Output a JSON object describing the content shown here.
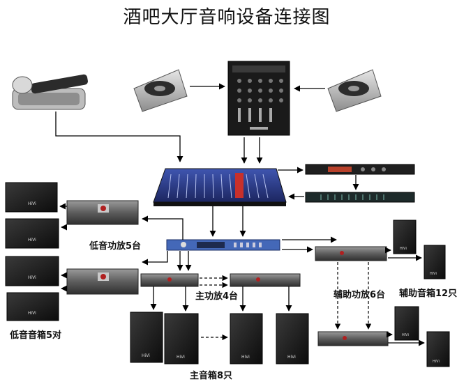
{
  "title": "酒吧大厅音响设备连接图",
  "labels": {
    "sub_amps": "低音功放5台",
    "main_amps": "主功放4台",
    "aux_amps": "辅助功放6台",
    "aux_speakers": "辅助音箱12只",
    "sub_speakers": "低音音箱5对",
    "main_speakers": "主音箱8只"
  },
  "devices": {
    "speaker_brand": "HiVi"
  },
  "colors": {
    "line": "#000000",
    "device_dark": "#2a2a2a",
    "mixer_blue": "#2d3f8f",
    "amp_gray": "#6f6f6f"
  }
}
